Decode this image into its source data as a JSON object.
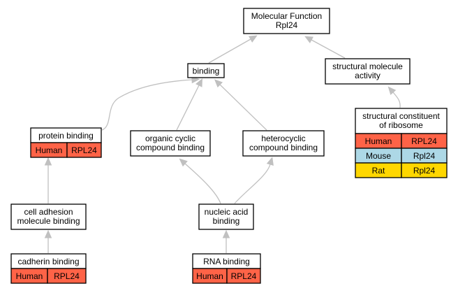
{
  "nodes": {
    "mf": {
      "lines": [
        "Molecular Function",
        "Rpl24"
      ]
    },
    "binding": {
      "lines": [
        "binding"
      ]
    },
    "sma": {
      "lines": [
        "structural molecule",
        "activity"
      ]
    },
    "pb": {
      "lines": [
        "protein binding"
      ]
    },
    "ocb": {
      "lines": [
        "organic cyclic",
        "compound binding"
      ]
    },
    "hcb": {
      "lines": [
        "heterocyclic",
        "compound binding"
      ]
    },
    "scr": {
      "lines": [
        "structural constituent",
        "of ribosome"
      ]
    },
    "camb": {
      "lines": [
        "cell adhesion",
        "molecule binding"
      ]
    },
    "nab": {
      "lines": [
        "nucleic acid",
        "binding"
      ]
    },
    "cb": {
      "lines": [
        "cadherin binding"
      ]
    },
    "rnab": {
      "lines": [
        "RNA binding"
      ]
    }
  },
  "annotations": {
    "pb": [
      {
        "species": "Human",
        "gene": "RPL24",
        "color": "#ff6347"
      }
    ],
    "scr": [
      {
        "species": "Human",
        "gene": "RPL24",
        "color": "#ff6347"
      },
      {
        "species": "Mouse",
        "gene": "Rpl24",
        "color": "#add8e6"
      },
      {
        "species": "Rat",
        "gene": "Rpl24",
        "color": "#ffd700"
      }
    ],
    "cb": [
      {
        "species": "Human",
        "gene": "RPL24",
        "color": "#ff6347"
      }
    ],
    "rnab": [
      {
        "species": "Human",
        "gene": "RPL24",
        "color": "#ff6347"
      }
    ]
  },
  "edges": [
    {
      "from": "binding",
      "to": "mf"
    },
    {
      "from": "sma",
      "to": "mf"
    },
    {
      "from": "pb",
      "to": "binding"
    },
    {
      "from": "ocb",
      "to": "binding"
    },
    {
      "from": "hcb",
      "to": "binding"
    },
    {
      "from": "scr",
      "to": "sma"
    },
    {
      "from": "camb",
      "to": "pb"
    },
    {
      "from": "nab",
      "to": "ocb"
    },
    {
      "from": "nab",
      "to": "hcb"
    },
    {
      "from": "cb",
      "to": "camb"
    },
    {
      "from": "rnab",
      "to": "nab"
    }
  ],
  "colors": {
    "edge": "#c0c0c0",
    "human": "#ff6347",
    "mouse": "#add8e6",
    "rat": "#ffd700"
  }
}
